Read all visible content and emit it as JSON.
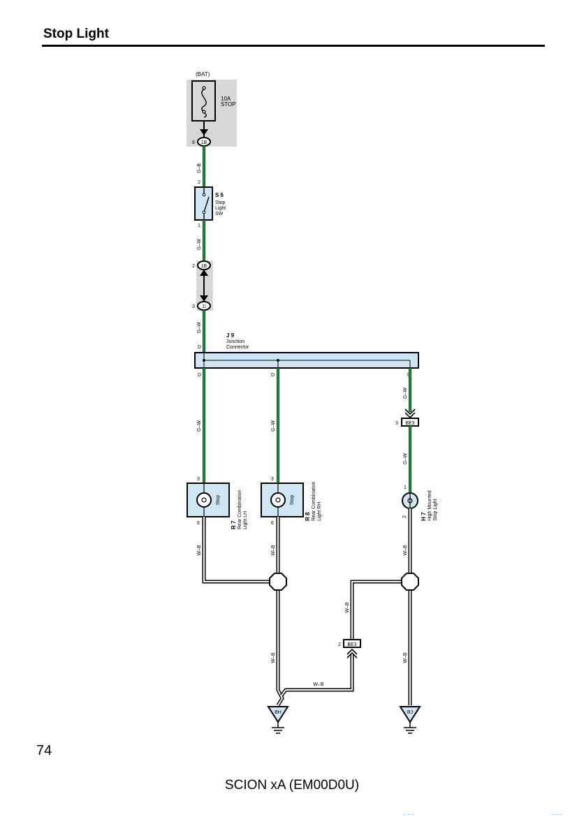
{
  "page": {
    "title": "Stop Light",
    "page_number": "74",
    "footer": "SCION xA (EM00D0U)"
  },
  "colors": {
    "wire_green": "#1a9a3a",
    "wire_white_black": "#000000",
    "component_fill": "#cfe7f5",
    "shade": "#d7d7d7"
  },
  "diagram": {
    "bat_label": "(BAT)",
    "fuse": {
      "rating": "10A",
      "name": "STOP",
      "icon": "fuse-icon"
    },
    "connectors": {
      "top_1b_pin": "8",
      "top_1b": "1B",
      "mid_1b_pin": "2",
      "mid_1b": "1B",
      "mid_1i_pin": "3",
      "mid_1i": "1I",
      "be3_upper_pin": "3",
      "be3_upper": "BE3",
      "be3_lower_pin": "2",
      "be3_lower": "BE3"
    },
    "wire_colors": {
      "gb": "G–B",
      "gw1": "G–W",
      "gw2": "G–W",
      "gw3": "G–W",
      "gw4": "G–W",
      "gw5": "G–W",
      "gw6": "G–W",
      "wb1": "W–B",
      "wb2": "W–B",
      "wb3": "W–B",
      "wb4": "W–B",
      "wb5": "W–B",
      "wb6": "W–B",
      "wb7": "W–B"
    },
    "switch": {
      "code": "S 6",
      "name_line1": "Stop",
      "name_line2": "Light",
      "name_line3": "SW",
      "pin_top": "2",
      "pin_bottom": "1",
      "icon": "switch-icon"
    },
    "junction": {
      "code": "J 9",
      "name_line1": "Junction",
      "name_line2": "Connector",
      "pin_in": "D",
      "pin_out1": "D",
      "pin_out2": "D",
      "pin_out3": "D"
    },
    "r7": {
      "code": "R 7",
      "name_line1": "Rear Combination",
      "name_line2": "Light LH",
      "bulb_label": "Stop",
      "pin_top": "3",
      "pin_bottom": "6",
      "icon": "bulb-icon"
    },
    "r8": {
      "code": "R 8",
      "name_line1": "Rear Combination",
      "name_line2": "Light RH",
      "bulb_label": "Stop",
      "pin_top": "3",
      "pin_bottom": "6",
      "icon": "bulb-icon"
    },
    "h7": {
      "code": "H 7",
      "name_line1": "High Mounted",
      "name_line2": "Stop Light",
      "pin_top": "1",
      "pin_bottom": "2",
      "icon": "bulb-icon"
    },
    "grounds": {
      "bh": "BH",
      "bj": "BJ",
      "icon": "ground-icon"
    }
  }
}
